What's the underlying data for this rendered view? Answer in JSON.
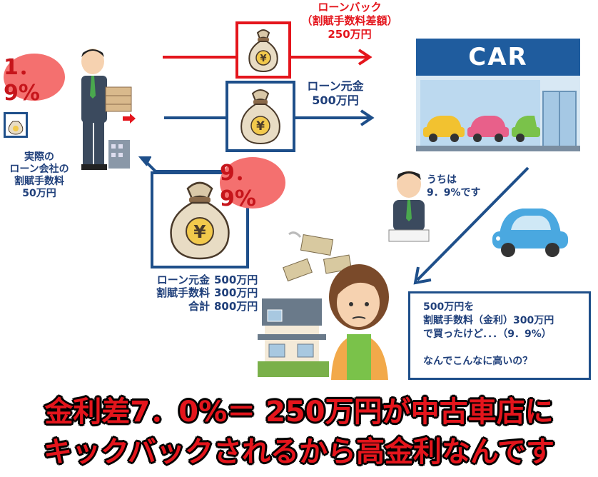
{
  "kickback": {
    "label": "ローンバック",
    "sub": "（割賦手数料差額）",
    "amount": "250万円"
  },
  "principal_arrow": {
    "label": "ローン元金",
    "amount": "500万円"
  },
  "shop_sign": "CAR",
  "loan_company_rate": "1．9%",
  "loan_company_text": [
    "実際の",
    "ローン会社の",
    "割賦手数料",
    "50万円"
  ],
  "shop_rate": "9．9%",
  "clerk_speech": [
    "うちは",
    "9．9%です"
  ],
  "breakdown": [
    {
      "label": "ローン元金",
      "value": "500万円"
    },
    {
      "label": "割賦手数料",
      "value": "300万円"
    },
    {
      "label": "合計",
      "value": "800万円"
    }
  ],
  "customer_bubble": [
    "500万円を",
    "割賦手数料（金利）300万円",
    "で買ったけど．．．（9．9%）",
    "",
    "なんでこんなに高いの？"
  ],
  "headline": {
    "line1": "金利差7．0%＝ 250万円が中古車店に",
    "line2": "キックバックされるから高金利なんです"
  },
  "colors": {
    "red": "#e4151c",
    "navy": "#1e4f8a",
    "badge": "#f4706f"
  }
}
